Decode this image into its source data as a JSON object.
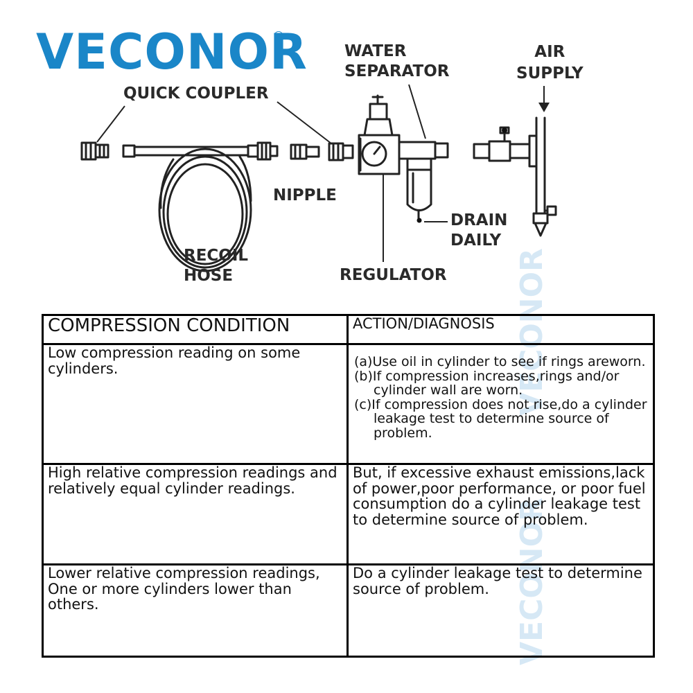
{
  "brand": {
    "name": "VECONOR",
    "registered_mark": "®",
    "color": "#1a86c8"
  },
  "diagram": {
    "labels": {
      "quick_coupler": "QUICK COUPLER",
      "water_separator_1": "WATER",
      "water_separator_2": "SEPARATOR",
      "air_supply_1": "AIR",
      "air_supply_2": "SUPPLY",
      "nipple": "NIPPLE",
      "drain_daily_1": "DRAIN",
      "drain_daily_2": "DAILY",
      "recoil_hose_1": "RECOIL",
      "recoil_hose_2": "HOSE",
      "regulator": "REGULATOR"
    }
  },
  "table": {
    "headers": {
      "condition": "COMPRESSION CONDITION",
      "action": "ACTION/DIAGNOSIS"
    },
    "rows": [
      {
        "condition": "Low compression reading on some cylinders.",
        "actions": [
          "(a)Use oil in cylinder to see if rings areworn.",
          "(b)If compression increases,rings and/or cylinder wall are worn.",
          "(c)If compression does not rise,do a cylinder leakage test to determine source of problem."
        ]
      },
      {
        "condition": "High relative compression readings and relatively equal cylinder readings.",
        "action": "But, if excessive exhaust emissions,lack of power,poor performance, or poor fuel consumption do a cylinder leakage test to determine source of problem."
      },
      {
        "condition": "Lower relative compression readings, One or more cylinders lower than others.",
        "action": "Do a cylinder leakage test to determine source of problem."
      }
    ]
  }
}
